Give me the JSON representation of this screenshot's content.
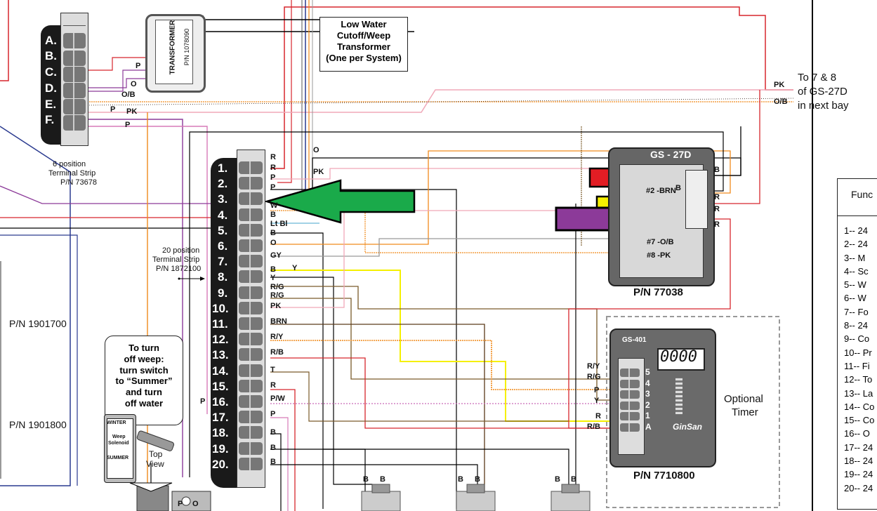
{
  "title_callouts": {
    "low_water": [
      "Low Water",
      "Cutoff/Weep",
      "Transformer",
      "(One per System)"
    ],
    "to_gs27d": [
      "To 7 & 8",
      "of GS-27D",
      "in next bay"
    ],
    "weep_note": [
      "To turn",
      "off weep:",
      "turn switch",
      "to “Summer”",
      "and turn",
      "off water"
    ],
    "optional_timer": [
      "Optional",
      "Timer"
    ],
    "top_view": [
      "Top",
      "View"
    ]
  },
  "six_strip": {
    "letters": [
      "A.",
      "B.",
      "C.",
      "D.",
      "E.",
      "F."
    ],
    "caption": [
      "6 position",
      "Terminal Strip",
      "P/N 73678"
    ],
    "wire_labels": [
      "P",
      "O",
      "O/B",
      "P",
      "PK",
      "P"
    ]
  },
  "transformer": {
    "name": "TRANSFORMER",
    "pn": "P/N 1078090"
  },
  "twenty_strip": {
    "numbers": [
      "1.",
      "2.",
      "3.",
      "4.",
      "5.",
      "6.",
      "7.",
      "8.",
      "9.",
      "10.",
      "11.",
      "12.",
      "13.",
      "14.",
      "15.",
      "16.",
      "17.",
      "18.",
      "19.",
      "20."
    ],
    "caption": [
      "20 position",
      "Terminal Strip",
      "P/N 1872100"
    ],
    "wire_labels": [
      "R",
      "R",
      "P",
      "P",
      "W",
      "B",
      "Lt Bl",
      "B",
      "O",
      "GY",
      "B",
      "Y",
      "R/G",
      "R/G",
      "PK",
      "BRN",
      "R/Y",
      "R/B",
      "T",
      "R",
      "P/W",
      "P",
      "B",
      "B",
      "B"
    ],
    "extra_labels": {
      "pk": "PK",
      "o": "O",
      "y": "Y",
      "p_left": "P"
    }
  },
  "gs27d": {
    "title": "GS - 27D",
    "pn": "P/N 77038",
    "pins": [
      "#2 -BRN",
      "#7 -O/B",
      "#8 -PK"
    ],
    "pin_mid": "B",
    "right_labels": [
      "B",
      "R",
      "R",
      "R"
    ],
    "pk_label": "PK",
    "ob_label": "O/B"
  },
  "gs401": {
    "title": "GS-401",
    "display": "0000",
    "brand": "GinSan",
    "pn": "P/N 7710800",
    "terminals": [
      "5",
      "4",
      "3",
      "2",
      "1",
      "A"
    ],
    "wire_labels": [
      "R/Y",
      "R/G",
      "P",
      "Y",
      "R",
      "R/B"
    ]
  },
  "left_panel": {
    "pn_top": "P/N 1901700",
    "pn_bottom": "P/N 1901800"
  },
  "switch": {
    "winter": "WINTER",
    "weep": "Weep",
    "solenoid": "Solenoid",
    "summer": "SUMMER"
  },
  "bottom_wires": {
    "p": "P",
    "o": "O",
    "b": "B"
  },
  "legend": {
    "header": "Func",
    "items": [
      "1-- 24",
      "2-- 24",
      "3-- M",
      "4-- Sc",
      "5-- W",
      "6-- W",
      "7-- Fo",
      "8-- 24",
      "9-- Co",
      "10-- Pr",
      "11-- Fi",
      "12-- To",
      "13-- La",
      "14-- Co",
      "15-- Co",
      "16-- O",
      "17-- 24",
      "18-- 24",
      "19-- 24",
      "20-- 24"
    ]
  },
  "colors": {
    "red": "#d7262d",
    "green": "#1aaa4a",
    "yellow": "#f5f000",
    "purple": "#8c3a99",
    "orange": "#f08a1c",
    "pink": "#f0a8b8",
    "brown": "#7a5a2a",
    "blue": "#2a3a8f"
  }
}
